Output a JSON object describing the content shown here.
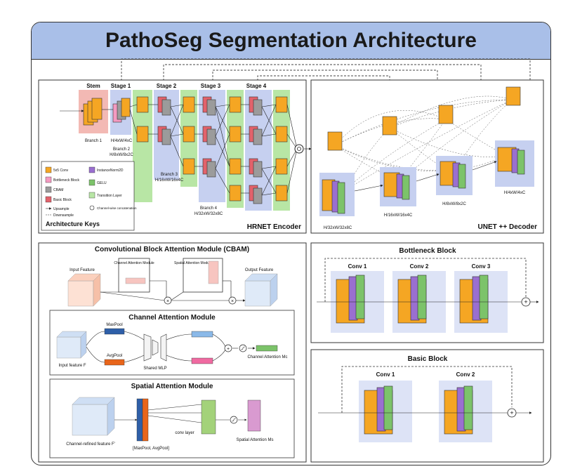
{
  "title": "PathoSeg Segmentation Architecture",
  "colors": {
    "title_bg": "#a9bfe8",
    "conv": "#f5a623",
    "bottleneck": "#f49ac1",
    "cbam": "#9b9b9b",
    "basic": "#e2626b",
    "instnorm": "#9a6fd0",
    "gelu": "#7cc36a",
    "transition": "#b8e6a5",
    "stage_bg": "#c6d0f0",
    "stem_bg": "#f3b9b4"
  },
  "encoder": {
    "title": "HRNET Encoder",
    "stem": "Stem",
    "stages": [
      "Stage 1",
      "Stage 2",
      "Stage 3",
      "Stage 4"
    ],
    "branch1": "Branch 1",
    "shape1": "H/4xW/4xC",
    "branch2": "Branch 2",
    "shape2": "H/8xW/8x2C",
    "branch3": "Branch 3",
    "shape3": "H/16xW/16x4C",
    "branch4": "Branch 4",
    "shape4": "H/32xW/32x8C"
  },
  "keys": {
    "title": "Architecture Keys",
    "conv": "5x5 Conv",
    "bottleneck": "Bottleneck Block",
    "cbam": "CBAM",
    "basic": "Basic Block",
    "upsample": "Upsample",
    "downsample": "Downsample",
    "instnorm": "InstanceNorm2D",
    "gelu": "GELU",
    "transition": "Transition Layer",
    "concat": "Channel-wise concatenation"
  },
  "decoder": {
    "title": "UNET ++ Decoder",
    "s32": "H/32xW/32x8C",
    "s16": "H/16xW/16x4C",
    "s8": "H/8xW/8x2C",
    "s4": "H/4xW/4xC"
  },
  "cbam_module": {
    "title": "Convolutional Block Attention Module (CBAM)",
    "input": "Input Feature",
    "channel_att": "Channel Attention Module",
    "spatial_att": "Spatial Attention Module",
    "output": "Output Feature",
    "mul": "×"
  },
  "channel_module": {
    "title": "Channel Attention Module",
    "input": "Input feature F",
    "maxpool": "MaxPool",
    "avgpool": "AvgPool",
    "mlp": "Shared MLP",
    "output": "Channel Attention Mc"
  },
  "spatial_module": {
    "title": "Spatial Attention Module",
    "input": "Channel-refined feature F'",
    "pool": "[MaxPool, AvgPool]",
    "conv": "conv layer",
    "output": "Spatial Attention Ms"
  },
  "bottleneck_block": {
    "title": "Bottleneck Block",
    "conv1": "Conv 1",
    "conv2": "Conv 2",
    "conv3": "Conv 3"
  },
  "basic_block": {
    "title": "Basic Block",
    "conv1": "Conv 1",
    "conv2": "Conv 2"
  },
  "plus": "+"
}
